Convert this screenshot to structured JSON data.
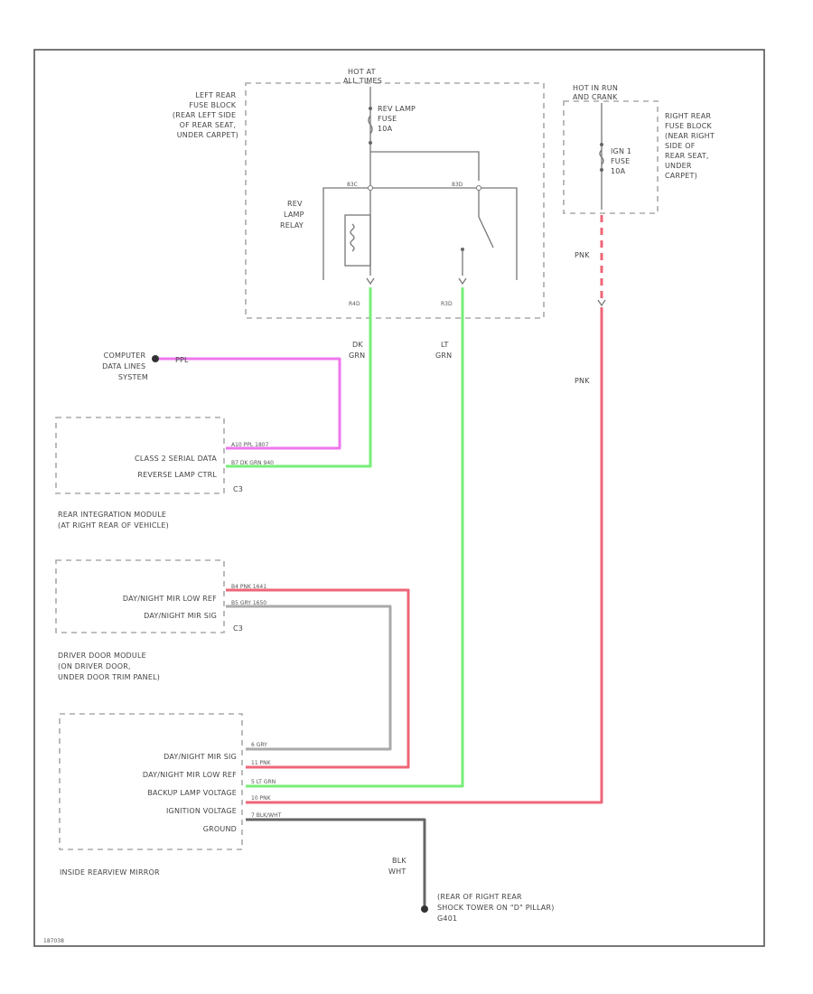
{
  "colors": {
    "violet": "#ee77ee",
    "green": "#77ee77",
    "pink": "#ee6677",
    "gray": "#aaaaaa",
    "dark": "#555555"
  },
  "fuse_left": {
    "hot_label": [
      "HOT AT",
      "ALL TIMES"
    ],
    "fuse_label": [
      "REV LAMP",
      "FUSE",
      "10A"
    ],
    "block_label": [
      "LEFT REAR",
      "FUSE BLOCK",
      "(REAR LEFT SIDE",
      "OF REAR SEAT,",
      "UNDER CARPET)"
    ],
    "relay_label": [
      "REV",
      "LAMP",
      "RELAY"
    ],
    "pin_a": "83C",
    "pin_b": "83D",
    "pin_c": "R4D",
    "pin_d": "R3D"
  },
  "fuse_right": {
    "hot_label": [
      "HOT IN RUN",
      "AND CRANK"
    ],
    "fuse_label": [
      "IGN 1",
      "FUSE",
      "10A"
    ],
    "block_label": [
      "RIGHT REAR",
      "FUSE BLOCK",
      "(NEAR RIGHT",
      "SIDE OF",
      "REAR SEAT,",
      "UNDER",
      "CARPET)"
    ],
    "wire_top": "PNK",
    "wire_bottom": "PNK"
  },
  "wires": {
    "dk_grn": [
      "DK",
      "GRN"
    ],
    "lt_grn": [
      "LT",
      "GRN"
    ]
  },
  "data_link": {
    "label": [
      "COMPUTER",
      "DATA LINES",
      "SYSTEM"
    ],
    "wire": "PPL"
  },
  "rim": {
    "pins": [
      "CLASS 2 SERIAL DATA",
      "REVERSE LAMP CTRL"
    ],
    "pin_codes": [
      "A10 PPL 1807",
      "B7 DK GRN 940"
    ],
    "connector": "C3",
    "label": [
      "REAR INTEGRATION MODULE",
      "(AT RIGHT REAR OF VEHICLE)"
    ]
  },
  "ddm": {
    "pins": [
      "DAY/NIGHT MIR LOW REF",
      "DAY/NIGHT MIR SIG"
    ],
    "pin_codes": [
      "B4 PNK 1641",
      "B5 GRY 1650"
    ],
    "connector": "C3",
    "label": [
      "DRIVER DOOR MODULE",
      "(ON DRIVER DOOR,",
      "UNDER DOOR TRIM PANEL)"
    ]
  },
  "mirror": {
    "pins": [
      "DAY/NIGHT MIR SIG",
      "DAY/NIGHT MIR LOW REF",
      "BACKUP LAMP VOLTAGE",
      "IGNITION VOLTAGE",
      "GROUND"
    ],
    "pin_codes": [
      "6 GRY",
      "11 PNK",
      "5 LT GRN",
      "10 PNK",
      "7 BLK/WHT"
    ],
    "label": "INSIDE REARVIEW MIRROR"
  },
  "ground": {
    "wire": [
      "BLK",
      "WHT"
    ],
    "label": [
      "(REAR OF RIGHT REAR",
      "SHOCK TOWER ON \"D\" PILLAR)",
      "G401"
    ]
  },
  "footer": "187038"
}
